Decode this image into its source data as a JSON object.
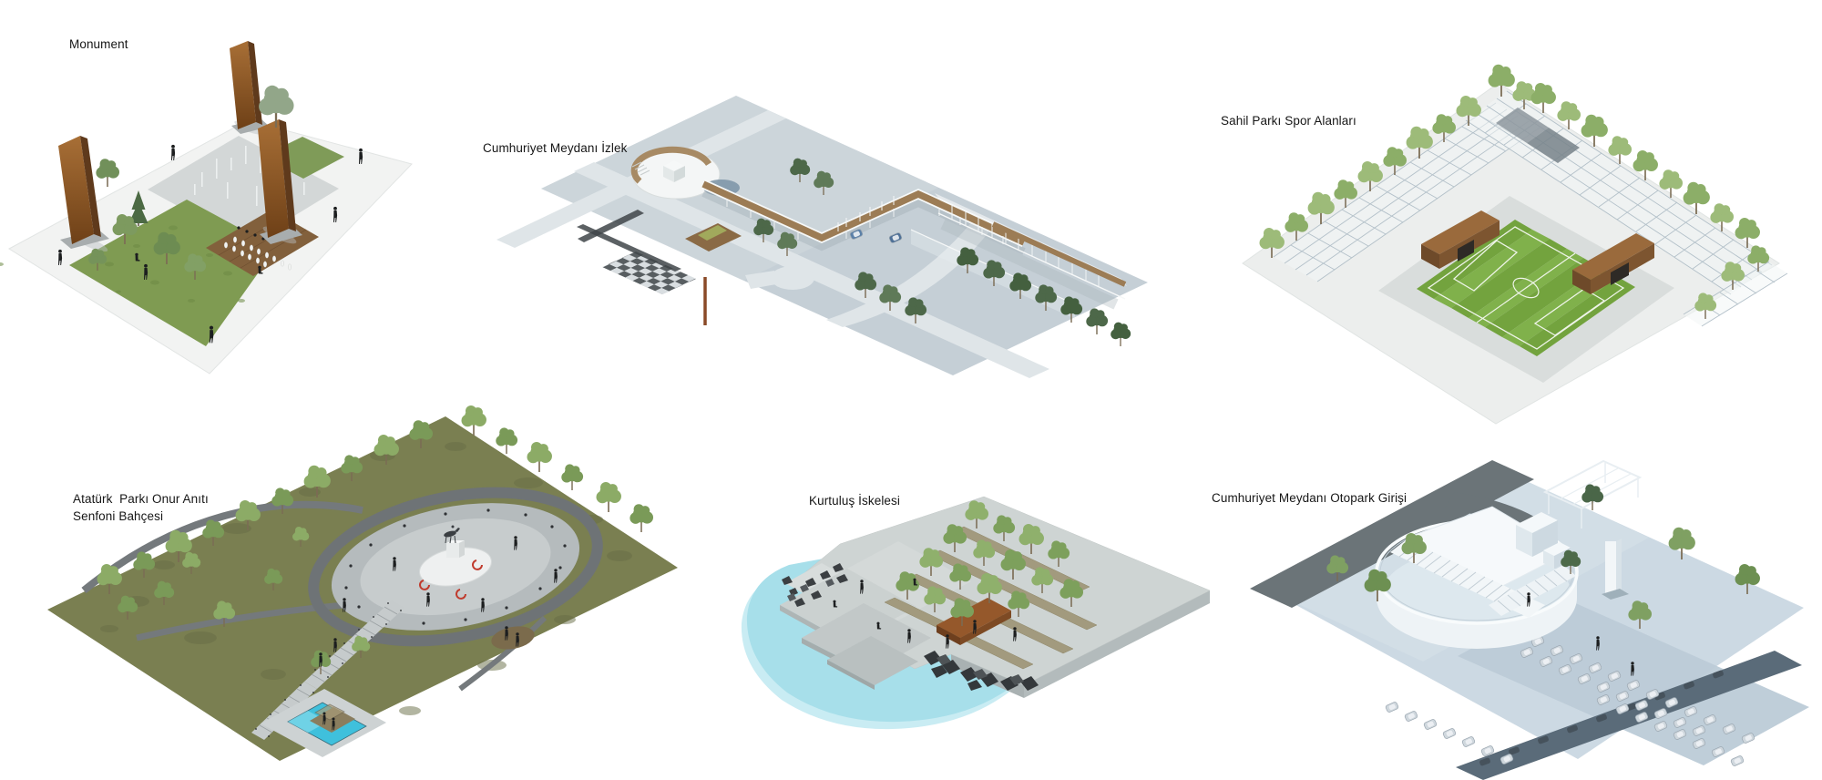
{
  "panels": {
    "monument": {
      "label": "Monument"
    },
    "izlek": {
      "label": "Cumhuriyet Meydanı İzlek"
    },
    "sahil": {
      "label": "Sahil Parkı Spor Alanları"
    },
    "ataturk": {
      "label_line1": "Atatürk  Parkı Onur Anıtı",
      "label_line2": "Senfoni Bahçesi"
    },
    "kurtulus": {
      "label": "Kurtuluş İskelesi"
    },
    "otopark": {
      "label": "Cumhuriyet Meydanı Otopark Girişi"
    }
  },
  "colors": {
    "background": "#ffffff",
    "label_text": "#161616",
    "water": "#a7dfea",
    "pool": "#3fc0dc",
    "grass_bright": "#79a943",
    "grass_olive": "#7a7f51",
    "plate_blue": "#c5cfd6",
    "plate_light": "#eceeed",
    "plate_steel": "#ccd9e3",
    "road_dark": "#6b7478",
    "corten": "#96592b",
    "wood_deck": "#9c7c55",
    "tree_green": "#8fae6e",
    "tree_dark": "#4d6849",
    "people": "#1c1e1f",
    "crescent_red": "#c03a2c",
    "car": "#cfd7dd"
  }
}
